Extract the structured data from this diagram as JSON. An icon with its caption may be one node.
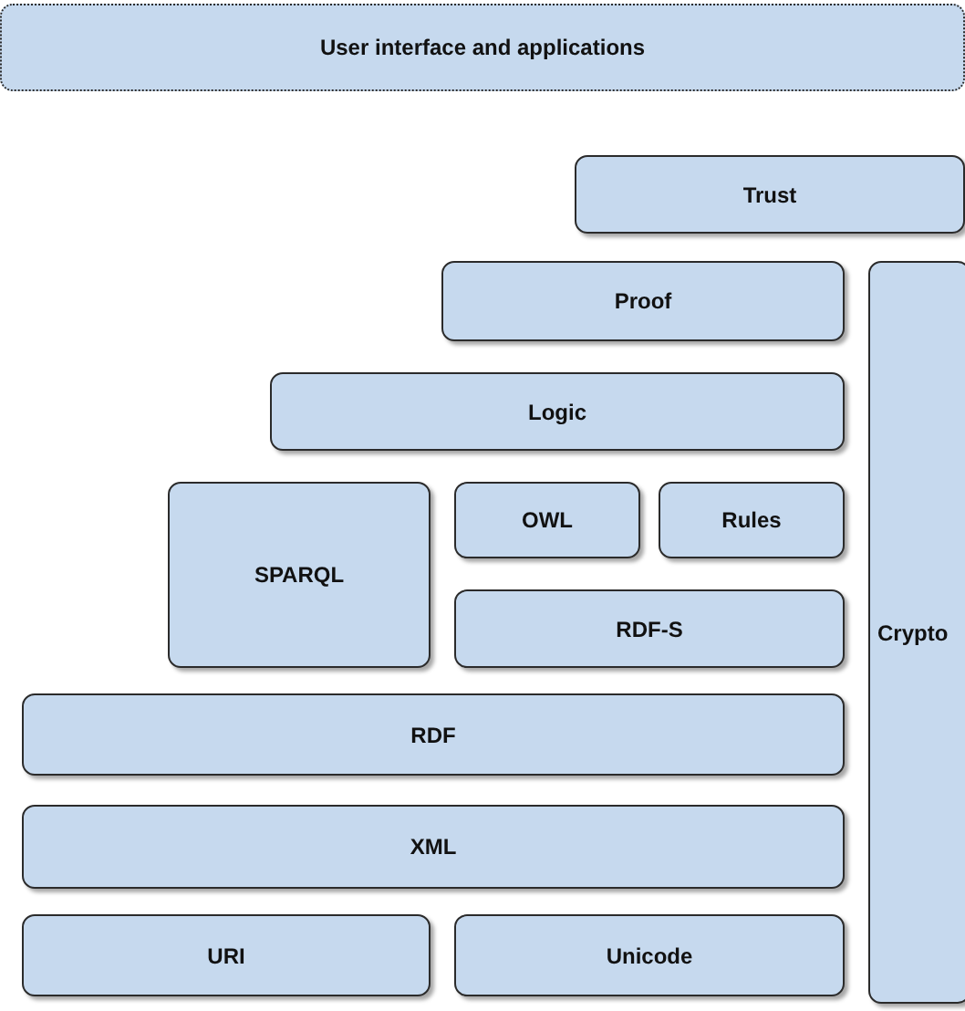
{
  "diagram": {
    "nodes": [
      {
        "text": [
          "User interface and applications"
        ]
      },
      {
        "text": [
          "Trust"
        ]
      },
      {
        "text": [
          "Proof"
        ]
      },
      {
        "text": [
          "Crypto"
        ]
      },
      {
        "text": [
          "Logic"
        ]
      },
      {
        "text": [
          "SPARQL"
        ]
      },
      {
        "text": [
          "OWL"
        ]
      },
      {
        "text": [
          "Rules"
        ]
      },
      {
        "text": [
          "RDF-S"
        ]
      },
      {
        "text": [
          "RDF"
        ]
      },
      {
        "text": [
          "XML"
        ]
      },
      {
        "text": [
          "URI"
        ]
      },
      {
        "text": [
          "Unicode"
        ]
      }
    ]
  }
}
